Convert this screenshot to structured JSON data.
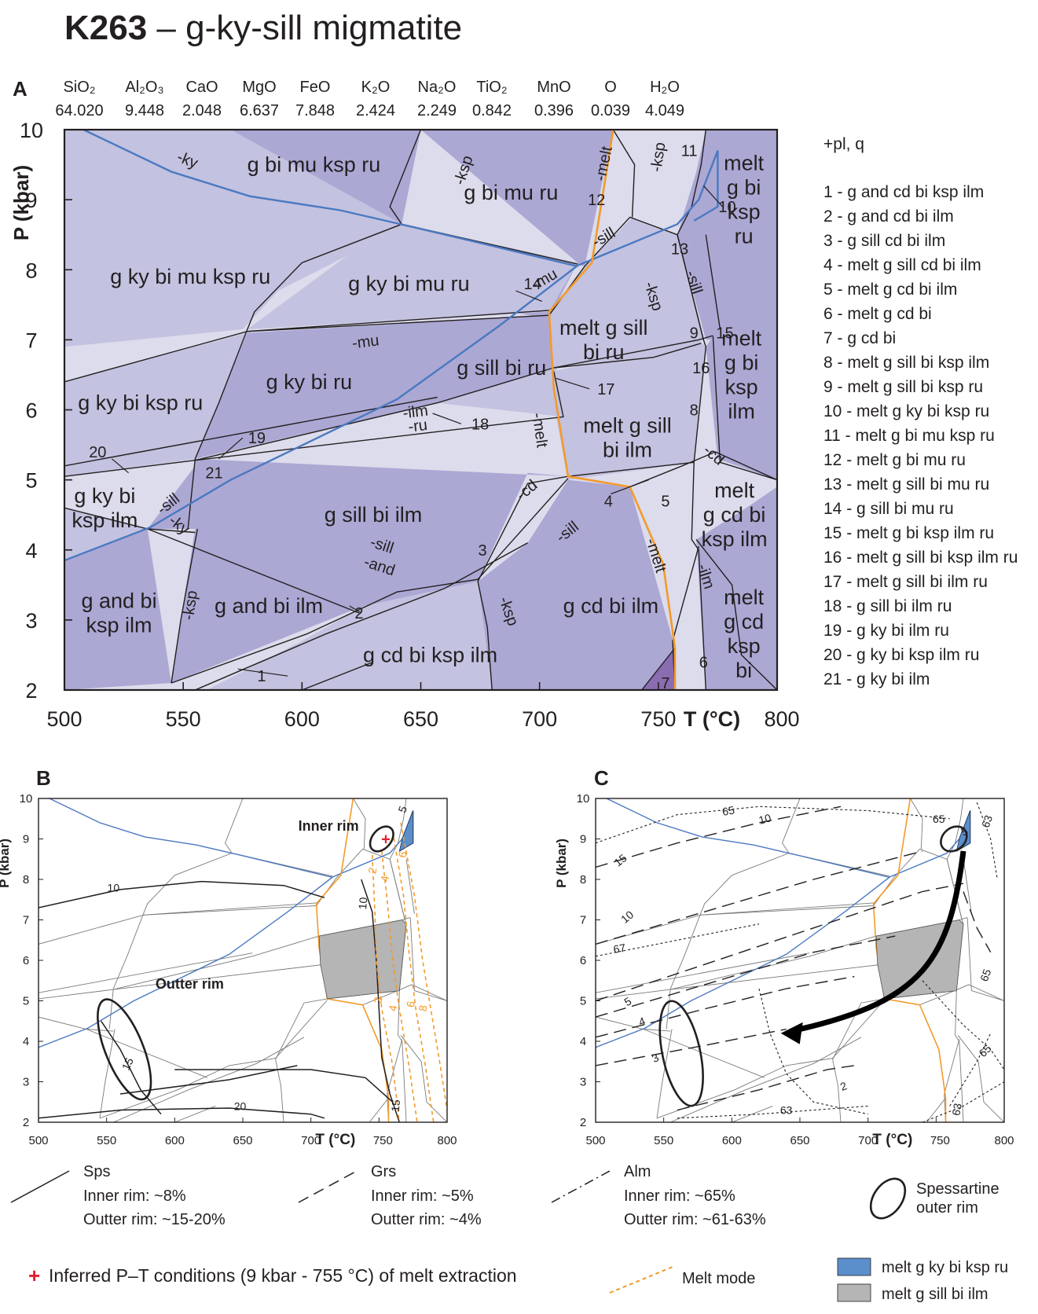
{
  "title": {
    "sample": "K263",
    "rest": " – g-ky-sill migmatite"
  },
  "panels": {
    "a": "A",
    "b": "B",
    "c": "C"
  },
  "composition": [
    {
      "oxide": "SiO₂",
      "value": "64.020"
    },
    {
      "oxide": "Al₂O₃",
      "value": "9.448"
    },
    {
      "oxide": "CaO",
      "value": "2.048"
    },
    {
      "oxide": "MgO",
      "value": "6.637"
    },
    {
      "oxide": "FeO",
      "value": "7.848"
    },
    {
      "oxide": "K₂O",
      "value": "2.424"
    },
    {
      "oxide": "Na₂O",
      "value": "2.249"
    },
    {
      "oxide": "TiO₂",
      "value": "0.842"
    },
    {
      "oxide": "MnO",
      "value": "0.396"
    },
    {
      "oxide": "O",
      "value": "0.039"
    },
    {
      "oxide": "H₂O",
      "value": "4.049"
    }
  ],
  "chart_data": [
    {
      "type": "pseudosection",
      "panel": "A",
      "xlabel": "T (°C)",
      "ylabel": "P (kbar)",
      "xlim": [
        500,
        800
      ],
      "ylim": [
        2,
        10
      ],
      "xticks": [
        500,
        550,
        600,
        650,
        700,
        750,
        800
      ],
      "yticks": [
        2,
        3,
        4,
        5,
        6,
        7,
        8,
        9,
        10
      ],
      "fields": [
        {
          "label": [
            "g bi mu ksp ru"
          ],
          "T": 605,
          "P": 9.5
        },
        {
          "label": [
            "g bi mu ru"
          ],
          "T": 688,
          "P": 9.1
        },
        {
          "label": [
            "g ky bi mu ksp ru"
          ],
          "T": 553,
          "P": 7.9
        },
        {
          "label": [
            "g ky bi mu ru"
          ],
          "T": 645,
          "P": 7.8
        },
        {
          "label": [
            "g ky bi ksp ru"
          ],
          "T": 532,
          "P": 6.1
        },
        {
          "label": [
            "g ky bi ru"
          ],
          "T": 603,
          "P": 6.4
        },
        {
          "label": [
            "g sill bi ru"
          ],
          "T": 684,
          "P": 6.6
        },
        {
          "label": [
            "melt g sill",
            "bi ru"
          ],
          "T": 727,
          "P": 7.0
        },
        {
          "label": [
            "melt g sill",
            "bi ilm"
          ],
          "T": 737,
          "P": 5.6
        },
        {
          "label": [
            "melt",
            "g bi",
            "ksp",
            "ru"
          ],
          "T": 786,
          "P": 9.0
        },
        {
          "label": [
            "melt",
            "g bi",
            "ksp",
            "ilm"
          ],
          "T": 785,
          "P": 6.5
        },
        {
          "label": [
            "g ky bi",
            "ksp ilm"
          ],
          "T": 517,
          "P": 4.6
        },
        {
          "label": [
            "g sill bi ilm"
          ],
          "T": 630,
          "P": 4.5
        },
        {
          "label": [
            "melt",
            "g cd bi",
            "ksp ilm"
          ],
          "T": 782,
          "P": 4.5
        },
        {
          "label": [
            "g and bi",
            "ksp ilm"
          ],
          "T": 523,
          "P": 3.1
        },
        {
          "label": [
            "g and bi ilm"
          ],
          "T": 586,
          "P": 3.2
        },
        {
          "label": [
            "g cd bi ilm"
          ],
          "T": 730,
          "P": 3.2
        },
        {
          "label": [
            "g cd bi ksp ilm"
          ],
          "T": 654,
          "P": 2.5
        },
        {
          "label": [
            "melt",
            "g cd",
            "ksp",
            "bi"
          ],
          "T": 786,
          "P": 2.8
        }
      ],
      "field_numbers": [
        {
          "n": "1",
          "T": 583,
          "P": 2.2
        },
        {
          "n": "2",
          "T": 624,
          "P": 3.1
        },
        {
          "n": "3",
          "T": 676,
          "P": 4.0
        },
        {
          "n": "4",
          "T": 729,
          "P": 4.7
        },
        {
          "n": "5",
          "T": 753,
          "P": 4.7
        },
        {
          "n": "6",
          "T": 769,
          "P": 2.4
        },
        {
          "n": "7",
          "T": 753,
          "P": 2.1
        },
        {
          "n": "8",
          "T": 765,
          "P": 6.0
        },
        {
          "n": "9",
          "T": 765,
          "P": 7.1
        },
        {
          "n": "10",
          "T": 779,
          "P": 8.9
        },
        {
          "n": "11",
          "T": 763,
          "P": 9.7
        },
        {
          "n": "12",
          "T": 724,
          "P": 9.0
        },
        {
          "n": "13",
          "T": 759,
          "P": 8.3
        },
        {
          "n": "14",
          "T": 697,
          "P": 7.8
        },
        {
          "n": "15",
          "T": 778,
          "P": 7.1
        },
        {
          "n": "16",
          "T": 768,
          "P": 6.6
        },
        {
          "n": "17",
          "T": 728,
          "P": 6.3
        },
        {
          "n": "18",
          "T": 675,
          "P": 5.8
        },
        {
          "n": "19",
          "T": 581,
          "P": 5.6
        },
        {
          "n": "20",
          "T": 514,
          "P": 5.4
        },
        {
          "n": "21",
          "T": 563,
          "P": 5.1
        }
      ],
      "reaction_labels": [
        {
          "text": "-ky",
          "T": 551,
          "P": 9.5,
          "rot": 22
        },
        {
          "text": "-ksp",
          "T": 670,
          "P": 9.4,
          "rot": -72
        },
        {
          "text": "-melt",
          "T": 729,
          "P": 9.5,
          "rot": -78
        },
        {
          "text": "-ksp",
          "T": 752,
          "P": 9.6,
          "rot": -82
        },
        {
          "text": "-sill",
          "T": 728,
          "P": 8.4,
          "rot": -30
        },
        {
          "text": "-mu",
          "T": 703,
          "P": 7.8,
          "rot": -30
        },
        {
          "text": "-ksp",
          "T": 746,
          "P": 7.6,
          "rot": 72
        },
        {
          "text": "-sill",
          "T": 763,
          "P": 7.8,
          "rot": 72
        },
        {
          "text": "-mu",
          "T": 627,
          "P": 6.9,
          "rot": -7
        },
        {
          "text": "-ilm",
          "T": 648,
          "P": 5.9,
          "rot": -7
        },
        {
          "text": "-ru",
          "T": 649,
          "P": 5.7,
          "rot": -7
        },
        {
          "text": "-melt",
          "T": 698,
          "P": 5.7,
          "rot": 82
        },
        {
          "text": "-cd",
          "T": 772,
          "P": 5.3,
          "rot": 40
        },
        {
          "text": "-sill",
          "T": 545,
          "P": 4.6,
          "rot": -38
        },
        {
          "text": "-ky",
          "T": 547,
          "P": 4.3,
          "rot": 38
        },
        {
          "text": "-cd",
          "T": 696,
          "P": 4.8,
          "rot": -40
        },
        {
          "text": "-sill",
          "T": 633,
          "P": 4.0,
          "rot": 18
        },
        {
          "text": "-and",
          "T": 632,
          "P": 3.7,
          "rot": 18
        },
        {
          "text": "-sill",
          "T": 713,
          "P": 4.2,
          "rot": -38
        },
        {
          "text": "-melt",
          "T": 747,
          "P": 3.9,
          "rot": 72
        },
        {
          "text": "-ilm",
          "T": 768,
          "P": 3.6,
          "rot": 72
        },
        {
          "text": "-ksp",
          "T": 555,
          "P": 3.2,
          "rot": -82
        },
        {
          "text": "-ksp",
          "T": 685,
          "P": 3.1,
          "rot": 70
        }
      ]
    },
    {
      "type": "isopleth",
      "panel": "B",
      "xlabel": "T (°C)",
      "ylabel": "P (kbar)",
      "xlim": [
        500,
        800
      ],
      "ylim": [
        2,
        10
      ],
      "xticks": [
        500,
        550,
        600,
        650,
        700,
        750,
        800
      ],
      "yticks": [
        2,
        3,
        4,
        5,
        6,
        7,
        8,
        9,
        10
      ],
      "annotations": [
        "Inner rim",
        "Outter rim"
      ],
      "isopleth_labels": [
        "10",
        "10",
        "15",
        "15",
        "20",
        "5"
      ],
      "melt_mode_labels": [
        "2",
        "4",
        "6",
        "2",
        "4",
        "6",
        "8"
      ],
      "inferred_point": {
        "T": 755,
        "P": 9
      }
    },
    {
      "type": "isopleth",
      "panel": "C",
      "xlabel": "T (°C)",
      "ylabel": "P (kbar)",
      "xlim": [
        500,
        800
      ],
      "ylim": [
        2,
        10
      ],
      "xticks": [
        500,
        550,
        600,
        650,
        700,
        750,
        800
      ],
      "yticks": [
        2,
        3,
        4,
        5,
        6,
        7,
        8,
        9,
        10
      ],
      "isopleth_labels": [
        "65",
        "10",
        "15",
        "10",
        "67",
        "5",
        "4",
        "3",
        "2",
        "65",
        "5",
        "63",
        "65",
        "65",
        "63",
        "63"
      ]
    }
  ],
  "legend_assemblage": {
    "header": "+pl, q",
    "items": [
      "1 - g and cd bi ksp ilm",
      "2 - g and cd bi ilm",
      "3 - g sill cd bi ilm",
      "4 - melt g sill cd bi ilm",
      "5 - melt g cd bi ilm",
      "6 - melt g cd bi",
      "7 - g cd bi",
      "8 - melt g sill bi ksp ilm",
      "9 - melt g sill bi ksp ru",
      "10 - melt g ky bi ksp ru",
      "11 - melt g bi mu ksp ru",
      "12 - melt g bi mu ru",
      "13 - melt g sill bi mu ru",
      "14 - g sill bi mu ru",
      "15 - melt g bi ksp ilm ru",
      "16 - melt g sill bi ksp ilm ru",
      "17 - melt g sill bi ilm ru",
      "18 - g sill bi ilm ru",
      "19 - g ky bi ilm ru",
      "20 - g ky bi ksp ilm ru",
      "21 - g ky bi ilm"
    ]
  },
  "legend_bottom": {
    "sps": {
      "name": "Sps",
      "inner": "Inner rim: ~8%",
      "outer": "Outter rim: ~15-20%"
    },
    "grs": {
      "name": "Grs",
      "inner": "Inner rim: ~5%",
      "outer": "Outter rim: ~4%"
    },
    "alm": {
      "name": "Alm",
      "inner": "Inner rim: ~65%",
      "outer": "Outter rim: ~61-63%"
    },
    "spessartine": [
      "Spessartine",
      "outer rim"
    ],
    "inferred_mark": "+",
    "inferred": "Inferred P–T conditions (9 kbar - 755 °C) of melt extraction",
    "melt_mode": "Melt mode",
    "blue_field": "melt g ky bi ksp ru",
    "grey_field": "melt g sill bi ilm"
  },
  "colors": {
    "field_light": "#dcdcec",
    "field_mid": "#c3c2e0",
    "field_dark": "#aca8d4",
    "field_7": "#8a6cb0",
    "ky_sill_line": "#4b79c1",
    "solidus": "#f39a2a",
    "blue_field": "#5b8fcc",
    "grey_field": "#b5b5b5",
    "red_mark": "#e4202e"
  }
}
